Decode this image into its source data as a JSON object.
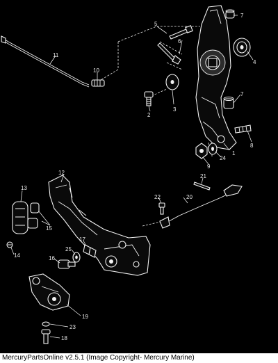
{
  "caption": "MercuryPartsOnline v2.5.1 (Image Copyright- Mercury Marine)",
  "callouts": [
    "1",
    "2",
    "3",
    "4",
    "5",
    "6",
    "7",
    "7",
    "8",
    "9",
    "10",
    "11",
    "12",
    "13",
    "14",
    "15",
    "16",
    "17",
    "18",
    "19",
    "20",
    "21",
    "22",
    "23",
    "24",
    "25"
  ],
  "colors": {
    "background": "#000000",
    "line": "#f2f2f2",
    "caption_bg": "#ffffff",
    "caption_text": "#000000"
  }
}
